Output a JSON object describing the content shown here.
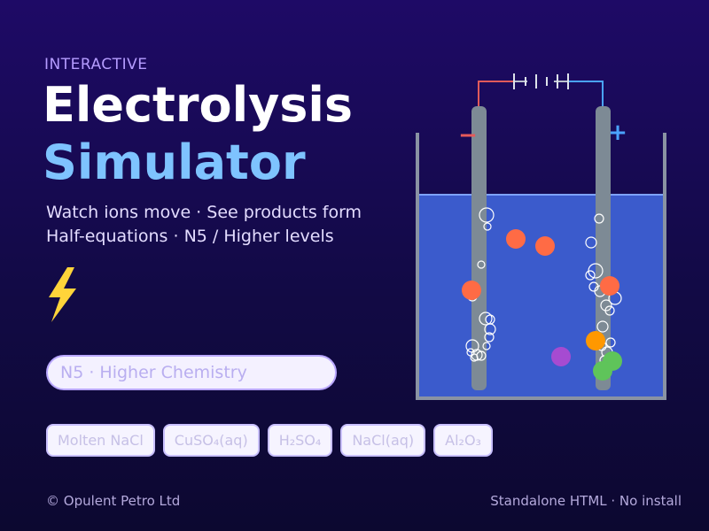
{
  "header": {
    "eyebrow": "INTERACTIVE",
    "title_line1": "Electrolysis",
    "title_line2": "Simulator",
    "subtitle_line1": "Watch ions move · See products form",
    "subtitle_line2": "Half-equations · N5 / Higher levels"
  },
  "icons": {
    "bolt": "lightning-bolt-icon"
  },
  "level_selector": {
    "value": "N5 · Higher Chemistry"
  },
  "electrolytes": [
    {
      "label": "Molten NaCl"
    },
    {
      "label": "CuSO₄(aq)"
    },
    {
      "label": "H₂SO₄"
    },
    {
      "label": "NaCl(aq)"
    },
    {
      "label": "Al₂O₃"
    }
  ],
  "cell": {
    "cathode_sign": "−",
    "anode_sign": "+",
    "colors": {
      "solution": "#3b5bcc",
      "electrode": "#7d8a95",
      "cathode_wire": "#e05a5a",
      "anode_wire": "#4aa3ff",
      "ion_red": "#ff6b45",
      "ion_orange": "#ff9800",
      "ion_purple": "#a64bd1",
      "ion_green": "#5fc45a"
    }
  },
  "footer": {
    "left": "© Opulent Petro Ltd",
    "right": "Standalone HTML · No install"
  }
}
